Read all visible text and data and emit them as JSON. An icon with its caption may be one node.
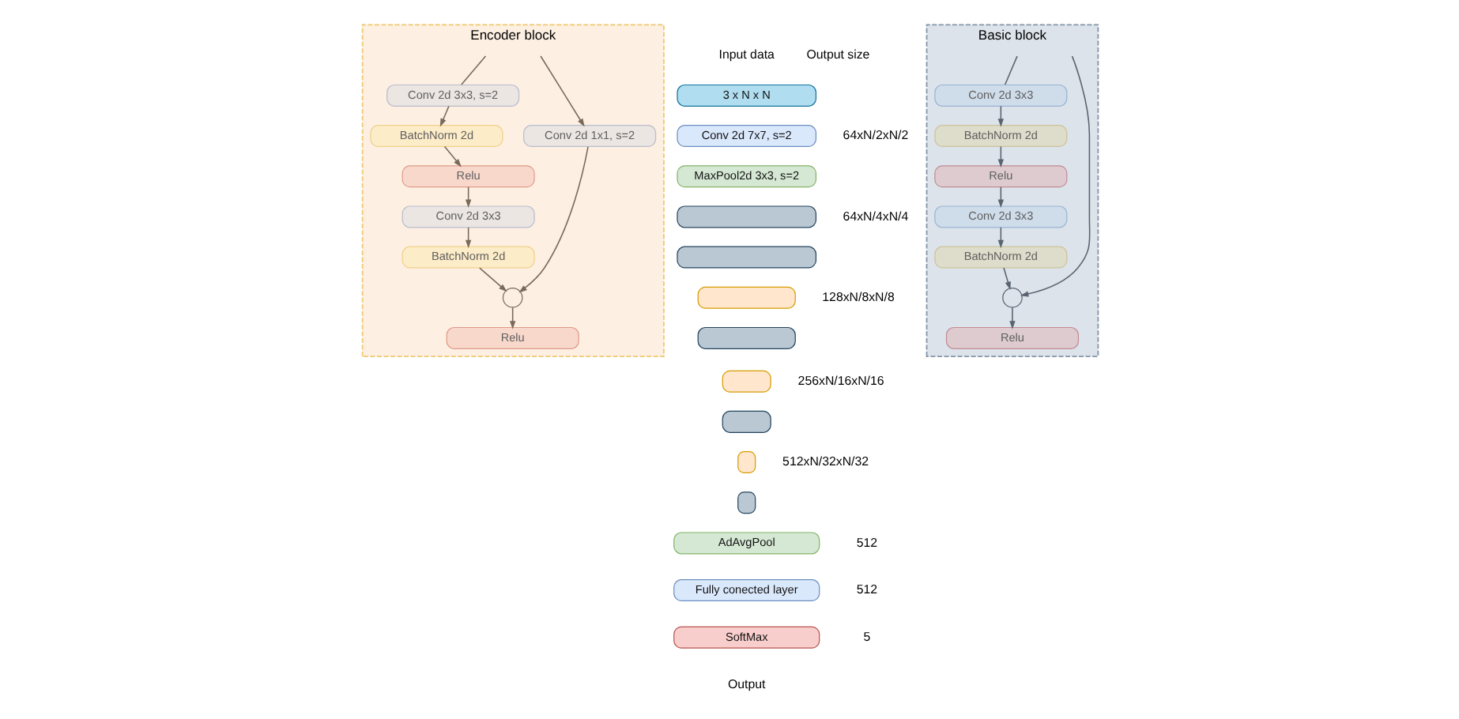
{
  "diagram": {
    "nodes": [
      {
        "text": [
          "Encoder block"
        ]
      },
      {
        "text": [
          "Conv 2d 3x3, s=2"
        ],
        "in": 0
      },
      {
        "text": [
          "BatchNorm 2d"
        ],
        "in": 0
      },
      {
        "text": [
          "Relu"
        ],
        "in": 0
      },
      {
        "text": [
          "Conv 2d 3x3"
        ],
        "in": 0
      },
      {
        "text": [
          "BatchNorm 2d"
        ],
        "in": 0
      },
      {
        "text": [
          "Conv 2d 1x1, s=2"
        ],
        "in": 0
      },
      {
        "text": [],
        "shape": "circle",
        "in": 0
      },
      {
        "text": [
          "Relu"
        ],
        "in": 0
      },
      {
        "text": [
          "3 x N x N"
        ]
      },
      {
        "text": [
          "Conv 2d 7x7, s=2"
        ]
      },
      {
        "text": [
          "MaxPool2d 3x3, s=2"
        ]
      },
      {
        "text": [],
        "shape": "box"
      },
      {
        "text": [],
        "shape": "box"
      },
      {
        "text": [],
        "shape": "box"
      },
      {
        "text": [],
        "shape": "box"
      },
      {
        "text": [],
        "shape": "box"
      },
      {
        "text": [],
        "shape": "box"
      },
      {
        "text": [],
        "shape": "box"
      },
      {
        "text": [],
        "shape": "box"
      },
      {
        "text": [
          "AdAvgPool"
        ]
      },
      {
        "text": [
          "Fully conected layer"
        ]
      },
      {
        "text": [
          "SoftMax"
        ]
      },
      {
        "text": [
          "Basic block"
        ]
      },
      {
        "text": [
          "Conv 2d 3x3"
        ],
        "in": 23
      },
      {
        "text": [
          "BatchNorm 2d"
        ],
        "in": 23
      },
      {
        "text": [
          "Relu"
        ],
        "in": 23
      },
      {
        "text": [
          "Conv 2d 3x3"
        ],
        "in": 23
      },
      {
        "text": [
          "BatchNorm 2d"
        ],
        "in": 23
      },
      {
        "text": [],
        "shape": "circle",
        "in": 23
      },
      {
        "text": [
          "Relu"
        ],
        "in": 23
      }
    ],
    "edges": [
      {
        "from": null,
        "to": 1,
        "arrow": "none"
      },
      {
        "from": null,
        "to": 6,
        "arrow": "to"
      },
      {
        "from": 1,
        "to": 2,
        "arrow": "to"
      },
      {
        "from": 2,
        "to": 3,
        "arrow": "to"
      },
      {
        "from": 3,
        "to": 4,
        "arrow": "to"
      },
      {
        "from": 4,
        "to": 5,
        "arrow": "to"
      },
      {
        "from": 5,
        "to": 7,
        "arrow": "to"
      },
      {
        "from": 6,
        "to": 7,
        "arrow": "to"
      },
      {
        "from": 7,
        "to": 8,
        "arrow": "to"
      },
      {
        "from": null,
        "to": 24,
        "arrow": "none",
        "color": "#5a6470"
      },
      {
        "from": null,
        "to": 29,
        "arrow": "to",
        "color": "#5a6470"
      },
      {
        "from": 24,
        "to": 25,
        "arrow": "to",
        "color": "#5a6470"
      },
      {
        "from": 25,
        "to": 26,
        "arrow": "to",
        "color": "#5a6470"
      },
      {
        "from": 26,
        "to": 27,
        "arrow": "to",
        "color": "#5a6470"
      },
      {
        "from": 27,
        "to": 28,
        "arrow": "to",
        "color": "#5a6470"
      },
      {
        "from": 28,
        "to": 29,
        "arrow": "to",
        "color": "#5a6470"
      },
      {
        "from": 29,
        "to": 30,
        "arrow": "to",
        "color": "#5a6470"
      }
    ],
    "labels": [
      "Input data",
      "Output size",
      "64xN/2xN/2",
      "64xN/4xN/4",
      "128xN/8xN/8",
      "256xN/16xN/16",
      "512xN/32xN/32",
      "512",
      "512",
      "5",
      "Output"
    ]
  }
}
